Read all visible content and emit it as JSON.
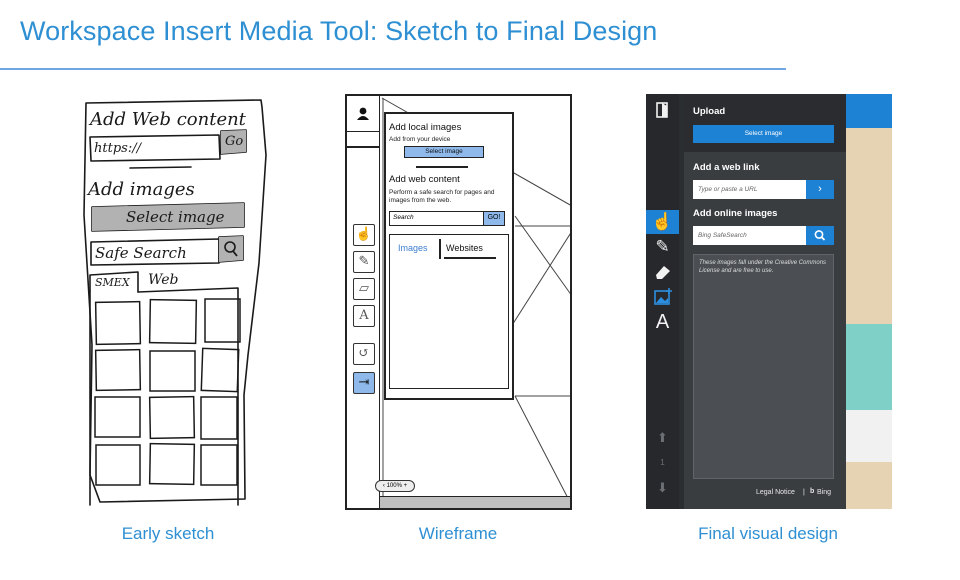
{
  "title": "Workspace Insert Media Tool: Sketch to Final Design",
  "captions": {
    "sketch": "Early sketch",
    "wireframe": "Wireframe",
    "final": "Final visual design"
  },
  "sketch": {
    "heading_web": "Add Web content",
    "url_value": "https://",
    "go": "Go",
    "heading_images": "Add images",
    "select_image": "Select image",
    "safesearch": "Safe Search",
    "tab_smex": "SMEX",
    "tab_web": "Web"
  },
  "wireframe": {
    "local_heading": "Add local images",
    "local_sub": "Add from your device",
    "select_image": "Select image",
    "web_heading": "Add web content",
    "web_desc_1": "Perform a safe search for pages and",
    "web_desc_2": "images from the web.",
    "search_placeholder": "Search",
    "go": "GO!",
    "tab_images": "Images",
    "tab_websites": "Websites",
    "zoom": "100%",
    "tool_text": "A"
  },
  "final": {
    "upload_heading": "Upload",
    "select_image": "Select image",
    "weblink_heading": "Add a web link",
    "url_placeholder": "Type or paste a URL",
    "online_heading": "Add online images",
    "bing_placeholder": "Bing SafeSearch",
    "license_note": "These images fall under the Creative Commons License and are free to use.",
    "legal_notice": "Legal Notice",
    "separator": "|",
    "bing": "Bing",
    "page_number": "1",
    "text_tool": "A"
  },
  "colors": {
    "accent": "#2e8fd3",
    "wire_blue": "#8fb9ea",
    "final_blue": "#1e82d4",
    "final_dark": "#2b2e31"
  }
}
